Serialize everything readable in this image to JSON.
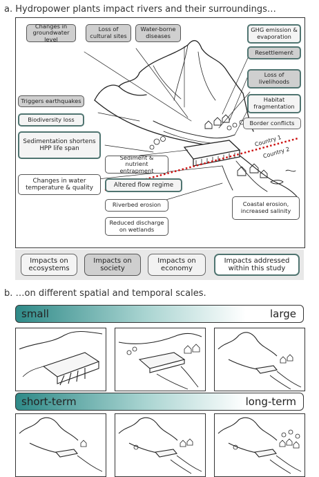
{
  "heading_a": "a. Hydropower plants impact rivers and their surroundings…",
  "heading_b": "b. …on different spatial and temporal scales.",
  "labels": {
    "groundwater": "Changes in groundwater level",
    "cultural": "Loss of cultural sites",
    "waterborne": "Water-borne diseases",
    "ghg": "GHG emission & evaporation",
    "resettlement": "Resettlement",
    "livelihoods": "Loss of livelihoods",
    "habitat": "Habitat fragmentation",
    "border": "Border conflicts",
    "earthquakes": "Triggers earthquakes",
    "biodiversity": "Biodiversity loss",
    "sedimentation": "Sedimentation shortens HPP life span",
    "sediment": "Sediment & nutrient entrapment",
    "temperature": "Changes in water temperature & quality",
    "flow": "Altered flow regime",
    "riverbed": "Riverbed erosion",
    "discharge": "Reduced discharge on wetlands",
    "coastal": "Coastal erosion, increased salinity",
    "country1": "Country 1",
    "country2": "Country 2"
  },
  "legend": {
    "ecosystems": "Impacts on ecosystems",
    "society": "Impacts on society",
    "economy": "Impacts on economy",
    "study": "Impacts addressed within this study"
  },
  "scales": {
    "spatial_left": "small",
    "spatial_right": "large",
    "temporal_left": "short-term",
    "temporal_right": "long-term"
  },
  "colors": {
    "study_border": "#4f7470",
    "society_fill": "#cfcfcf",
    "gradient_start": "#2f8a88",
    "border_line": "#cc1111"
  }
}
